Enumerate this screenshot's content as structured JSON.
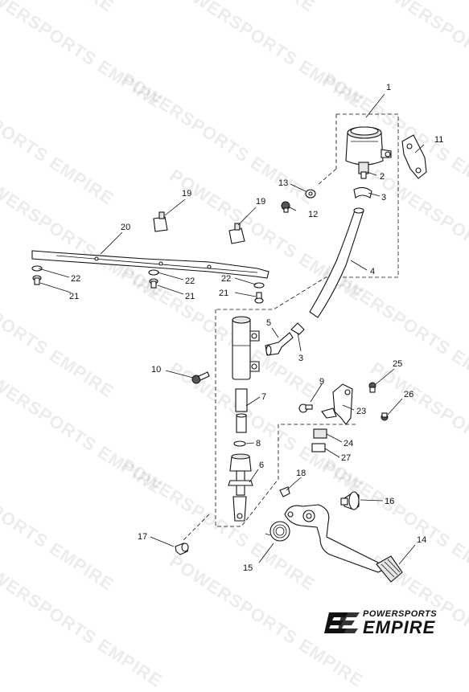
{
  "watermark": "POWERSPORTS EMPIRE",
  "brand": {
    "top_text": "POWERSPORTS",
    "main_text": "EMPIRE"
  },
  "callouts": [
    {
      "id": "c1",
      "label": "1"
    },
    {
      "id": "c2",
      "label": "2"
    },
    {
      "id": "c3a",
      "label": "3"
    },
    {
      "id": "c3b",
      "label": "3"
    },
    {
      "id": "c4",
      "label": "4"
    },
    {
      "id": "c5",
      "label": "5"
    },
    {
      "id": "c6",
      "label": "6"
    },
    {
      "id": "c7",
      "label": "7"
    },
    {
      "id": "c8",
      "label": "8"
    },
    {
      "id": "c9",
      "label": "9"
    },
    {
      "id": "c10",
      "label": "10"
    },
    {
      "id": "c11",
      "label": "11"
    },
    {
      "id": "c12",
      "label": "12"
    },
    {
      "id": "c13",
      "label": "13"
    },
    {
      "id": "c14",
      "label": "14"
    },
    {
      "id": "c15",
      "label": "15"
    },
    {
      "id": "c16",
      "label": "16"
    },
    {
      "id": "c17",
      "label": "17"
    },
    {
      "id": "c18",
      "label": "18"
    },
    {
      "id": "c19a",
      "label": "19"
    },
    {
      "id": "c19b",
      "label": "19"
    },
    {
      "id": "c20",
      "label": "20"
    },
    {
      "id": "c21a",
      "label": "21"
    },
    {
      "id": "c21b",
      "label": "21"
    },
    {
      "id": "c21c",
      "label": "21"
    },
    {
      "id": "c22a",
      "label": "22"
    },
    {
      "id": "c22b",
      "label": "22"
    },
    {
      "id": "c22c",
      "label": "22"
    },
    {
      "id": "c23",
      "label": "23"
    },
    {
      "id": "c24",
      "label": "24"
    },
    {
      "id": "c25",
      "label": "25"
    },
    {
      "id": "c26",
      "label": "26"
    },
    {
      "id": "c27",
      "label": "27"
    }
  ]
}
